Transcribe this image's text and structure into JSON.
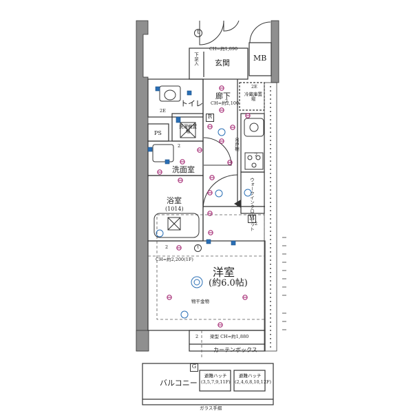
{
  "rooms": {
    "entrance": "玄関",
    "mb": "MB",
    "shoe_storage": "下足入",
    "entrance_ceiling": "CH=約1,890",
    "toilet": "トイレ",
    "corridor": "廊下",
    "corridor_ceiling": "CH=約2,100",
    "fridge": "冷蔵庫置場",
    "washer": "洗濯機置場",
    "ps": "PS",
    "washroom": "洗面室",
    "bath": "浴室",
    "bath_size": "(1014)",
    "closet": "ウォークインクローゼット",
    "kitchen_shelf": "吊戸棚",
    "western_room": "洋室",
    "western_room_size": "(約6.0帖)",
    "western_ceiling": "CH=約2,200(1F)",
    "drying_rack": "物干金物",
    "beam": "梁型 CH=約1,880",
    "curtain_box": "カーテンボックス",
    "balcony": "バルコニー",
    "hatch_left": "避難ハッチ",
    "hatch_left_floors": "(3,5,7,9,11F)",
    "hatch_right": "避難ハッチ",
    "hatch_right_floors": "(2,4,6,8,10,12F)",
    "glass_rail": "ガラス手摺"
  },
  "symbols": {
    "t_top": "t",
    "r_mark": "R",
    "m_mark": "M",
    "g_mark": "G",
    "two_a": "2",
    "two_b": "2",
    "two_c": "2",
    "two_d": "2",
    "two_e": "2",
    "two_f": "2",
    "te_a": "2E",
    "te_b": "2E",
    "t_mid": "t"
  },
  "colors": {
    "wall": "#8a8a8a",
    "line": "#333333",
    "outlet": "#a0206e",
    "blue": "#2a6fb5"
  }
}
